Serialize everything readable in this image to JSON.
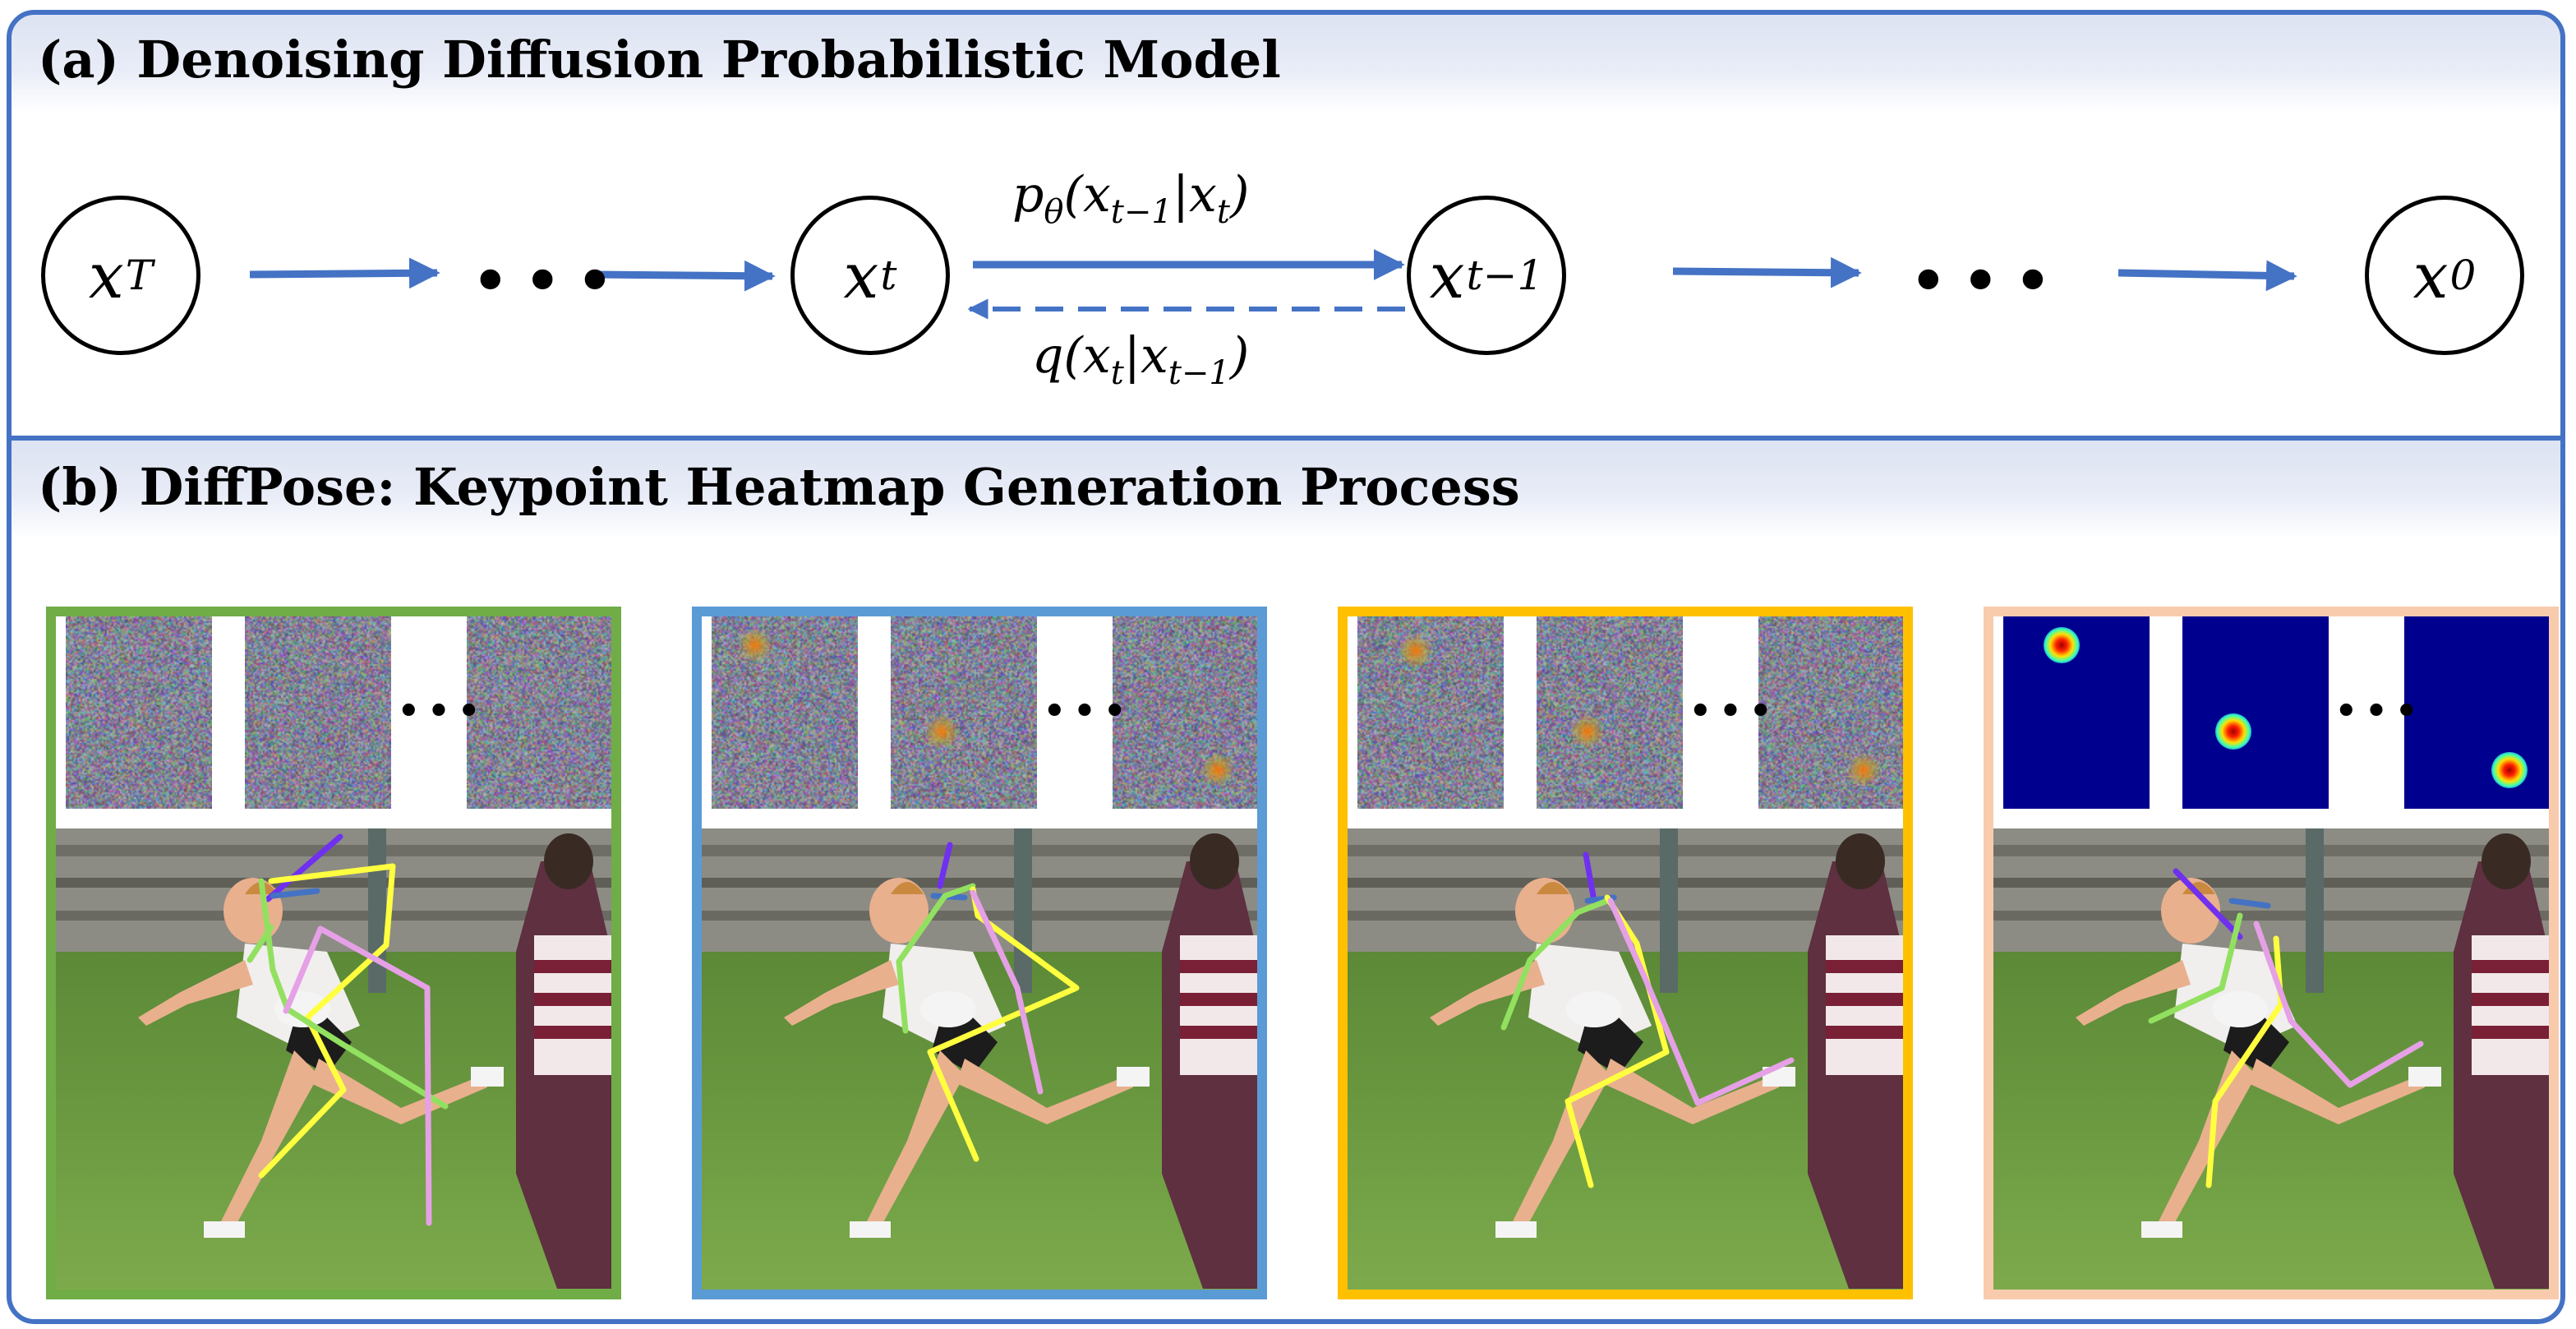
{
  "panel_a": {
    "title": "(a) Denoising Diffusion Probabilistic Model",
    "nodes": [
      {
        "var": "x",
        "sub": "T",
        "color": "#c6e0b4"
      },
      {
        "var": "x",
        "sub": "t",
        "color": "#bdd7ee"
      },
      {
        "var": "x",
        "sub": "t−1",
        "color": "#ffd966"
      },
      {
        "var": "x",
        "sub": "0",
        "color": "#f8cbad"
      }
    ],
    "ellipsis": "•••",
    "reverse_eq": {
      "p": "p",
      "theta": "θ",
      "x1": "x",
      "x1sub": "t−1",
      "bar": "|",
      "x2": "x",
      "x2sub": "t"
    },
    "forward_eq": {
      "q": "q",
      "x1": "x",
      "x1sub": "t",
      "bar": "|",
      "x2": "x",
      "x2sub": "t−1"
    },
    "arrow_color": "#4472c4"
  },
  "panel_b": {
    "title": "(b) DiffPose: Keypoint Heatmap Generation Process",
    "ellipsis": "•••",
    "stages": [
      {
        "border": "#70ad47",
        "kind": "noise",
        "blobs": []
      },
      {
        "border": "#5b9bd5",
        "kind": "noise",
        "blobs": [
          [
            0.3,
            0.15
          ],
          [
            0.35,
            0.6
          ],
          [
            0.72,
            0.8
          ]
        ]
      },
      {
        "border": "#ffc000",
        "kind": "noise",
        "blobs": [
          [
            0.4,
            0.18
          ],
          [
            0.35,
            0.6
          ],
          [
            0.72,
            0.8
          ]
        ]
      },
      {
        "border": "#f8cbad",
        "kind": "clean",
        "blobs": [
          [
            0.4,
            0.15
          ],
          [
            0.35,
            0.6
          ],
          [
            0.72,
            0.8
          ]
        ]
      }
    ],
    "limb_colors": [
      "#7030f0",
      "#4472c4",
      "#92e060",
      "#ffff40",
      "#e6a0e6"
    ]
  }
}
